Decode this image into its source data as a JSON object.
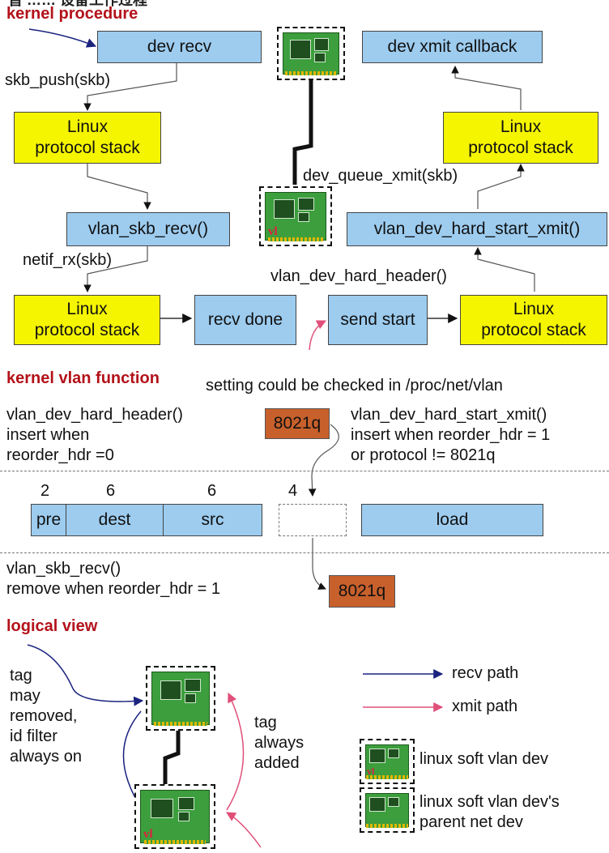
{
  "header": {
    "top_cut_text": "習 …… 设备工作过程",
    "kernel_procedure": "kernel procedure",
    "kernel_vlan_function": "kernel vlan function",
    "logical_view": "logical view"
  },
  "boxes": {
    "dev_recv": "dev recv",
    "dev_xmit_callback": "dev xmit callback",
    "linux_stack_1": "Linux\nprotocol stack",
    "linux_stack_2": "Linux\nprotocol stack",
    "linux_stack_3": "Linux\nprotocol stack",
    "linux_stack_4": "Linux\nprotocol stack",
    "vlan_skb_recv": "vlan_skb_recv()",
    "vlan_dev_hard_start_xmit": "vlan_dev_hard_start_xmit()",
    "recv_done": "recv done",
    "send_start": "send start"
  },
  "labels": {
    "skb_push": "skb_push(skb)",
    "dev_queue_xmit": "dev_queue_xmit(skb)",
    "netif_rx": "netif_rx(skb)",
    "vlan_dev_hard_header": "vlan_dev_hard_header()"
  },
  "vlan_function": {
    "setting_note": "setting could be checked in /proc/net/vlan",
    "left_note": "vlan_dev_hard_header()\ninsert when\nreorder_hdr =0",
    "right_note": "vlan_dev_hard_start_xmit()\ninsert when reorder_hdr = 1\nor protocol != 8021q",
    "tag_top": "8021q",
    "tag_bottom": "8021q",
    "remove_note": "vlan_skb_recv()\nremove when reorder_hdr = 1"
  },
  "packet": {
    "sizes": [
      "2",
      "6",
      "6",
      "4"
    ],
    "fields": {
      "pre": "pre",
      "dest": "dest",
      "src": "src",
      "load": "load"
    }
  },
  "logical": {
    "left_note": "tag\nmay\nremoved,\nid filter\nalways on",
    "right_note": "tag\nalways\nadded"
  },
  "legend": {
    "recv_path": "recv path",
    "xmit_path": "xmit path",
    "soft_vlan_dev": "linux soft vlan dev",
    "parent_net_dev": "linux soft vlan dev's\nparent net dev"
  },
  "colors": {
    "recv_arrow": "#1a237e",
    "xmit_arrow": "#e0507a",
    "box_blue": "#9dccef",
    "box_yellow": "#f5f500",
    "tag_orange": "#c8602c",
    "heading_red": "#b3121a"
  },
  "icons": {
    "nic": "network-card-icon",
    "vlan_nic": "vlan-network-card-icon"
  }
}
